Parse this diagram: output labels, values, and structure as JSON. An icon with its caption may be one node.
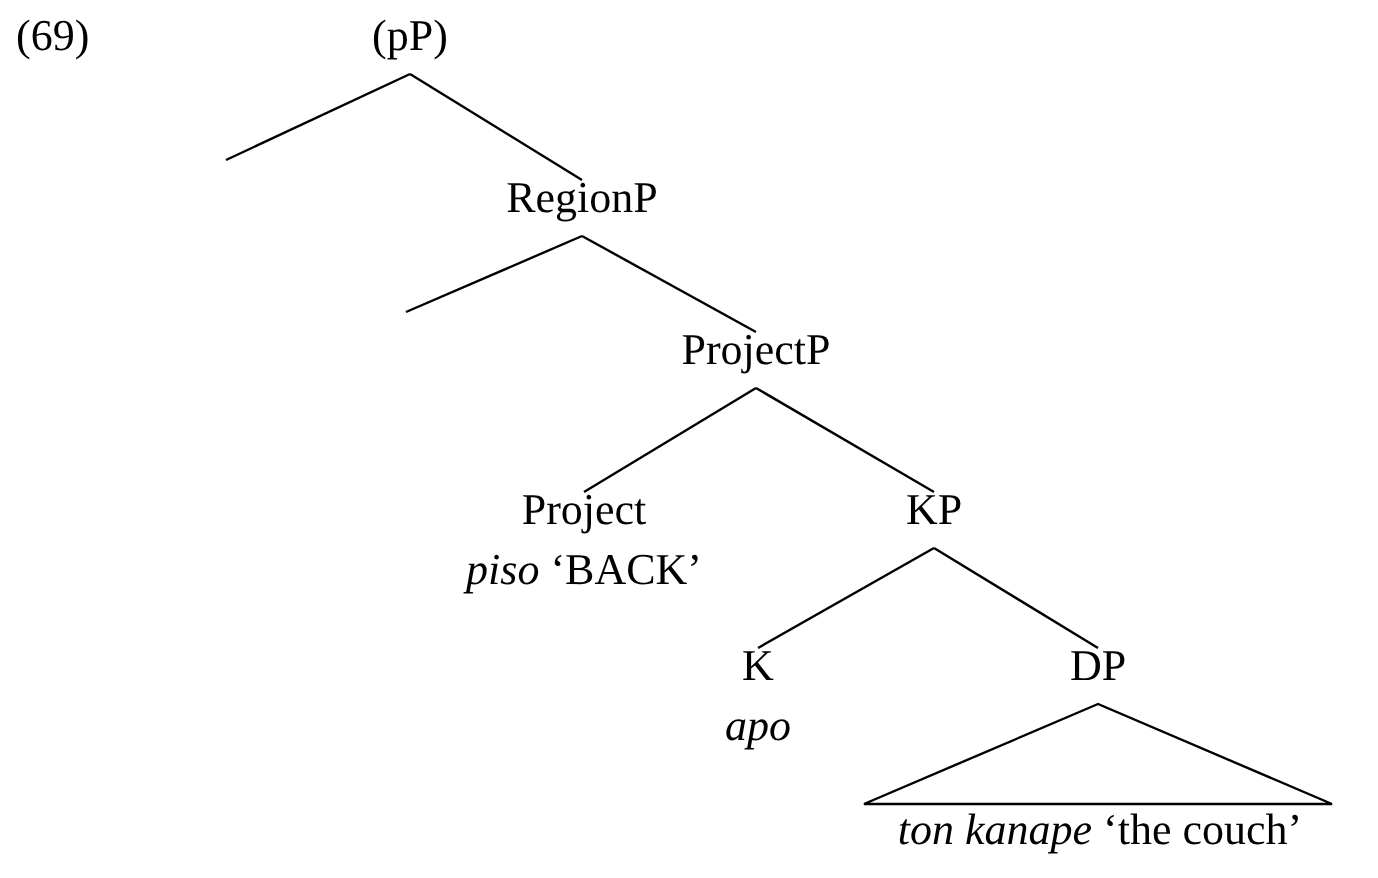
{
  "diagram": {
    "nodes": [
      {
        "text": [
          "(pP)"
        ]
      },
      {
        "text": [
          "RegionP"
        ]
      },
      {
        "text": [
          "ProjectP"
        ]
      },
      {
        "text": [
          "Project",
          "*piso* ‘BACK’"
        ]
      },
      {
        "text": [
          "KP"
        ]
      },
      {
        "text": [
          "K",
          "*apo*"
        ]
      },
      {
        "text": [
          "DP"
        ]
      },
      {
        "text": [
          "*ton kanape* ‘the couch’"
        ]
      }
    ],
    "edges": [
      {
        "from": 0,
        "to": null,
        "arrow": "none"
      },
      {
        "from": 0,
        "to": 1,
        "arrow": "none"
      },
      {
        "from": 1,
        "to": null,
        "arrow": "none"
      },
      {
        "from": 1,
        "to": 2,
        "arrow": "none"
      },
      {
        "from": 2,
        "to": 3,
        "arrow": "none"
      },
      {
        "from": 2,
        "to": 4,
        "arrow": "none"
      },
      {
        "from": 4,
        "to": 5,
        "arrow": "none"
      },
      {
        "from": 4,
        "to": 6,
        "arrow": "none"
      },
      {
        "from": 6,
        "to": 7,
        "arrow": "none"
      }
    ],
    "labels": [
      "(69)"
    ]
  }
}
